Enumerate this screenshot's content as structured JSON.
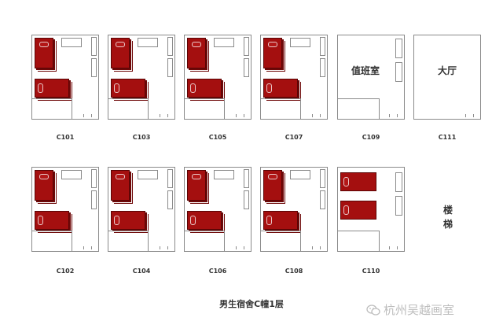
{
  "floor_title": "男生宿舍C幢1层",
  "rooms_row1": [
    {
      "id": "C101"
    },
    {
      "id": "C103"
    },
    {
      "id": "C105"
    },
    {
      "id": "C107"
    },
    {
      "id": "C109",
      "label": "值班室"
    },
    {
      "id": "C111",
      "label": "大厅"
    }
  ],
  "rooms_row2": [
    {
      "id": "C102"
    },
    {
      "id": "C104"
    },
    {
      "id": "C106"
    },
    {
      "id": "C108"
    },
    {
      "id": "C110"
    }
  ],
  "stairs_label": "楼梯",
  "watermark_text": "杭州吴越画室",
  "colors": {
    "bed": "#a40f0f",
    "wall": "#8a8a8a",
    "watermark": "#bdbdbd"
  }
}
